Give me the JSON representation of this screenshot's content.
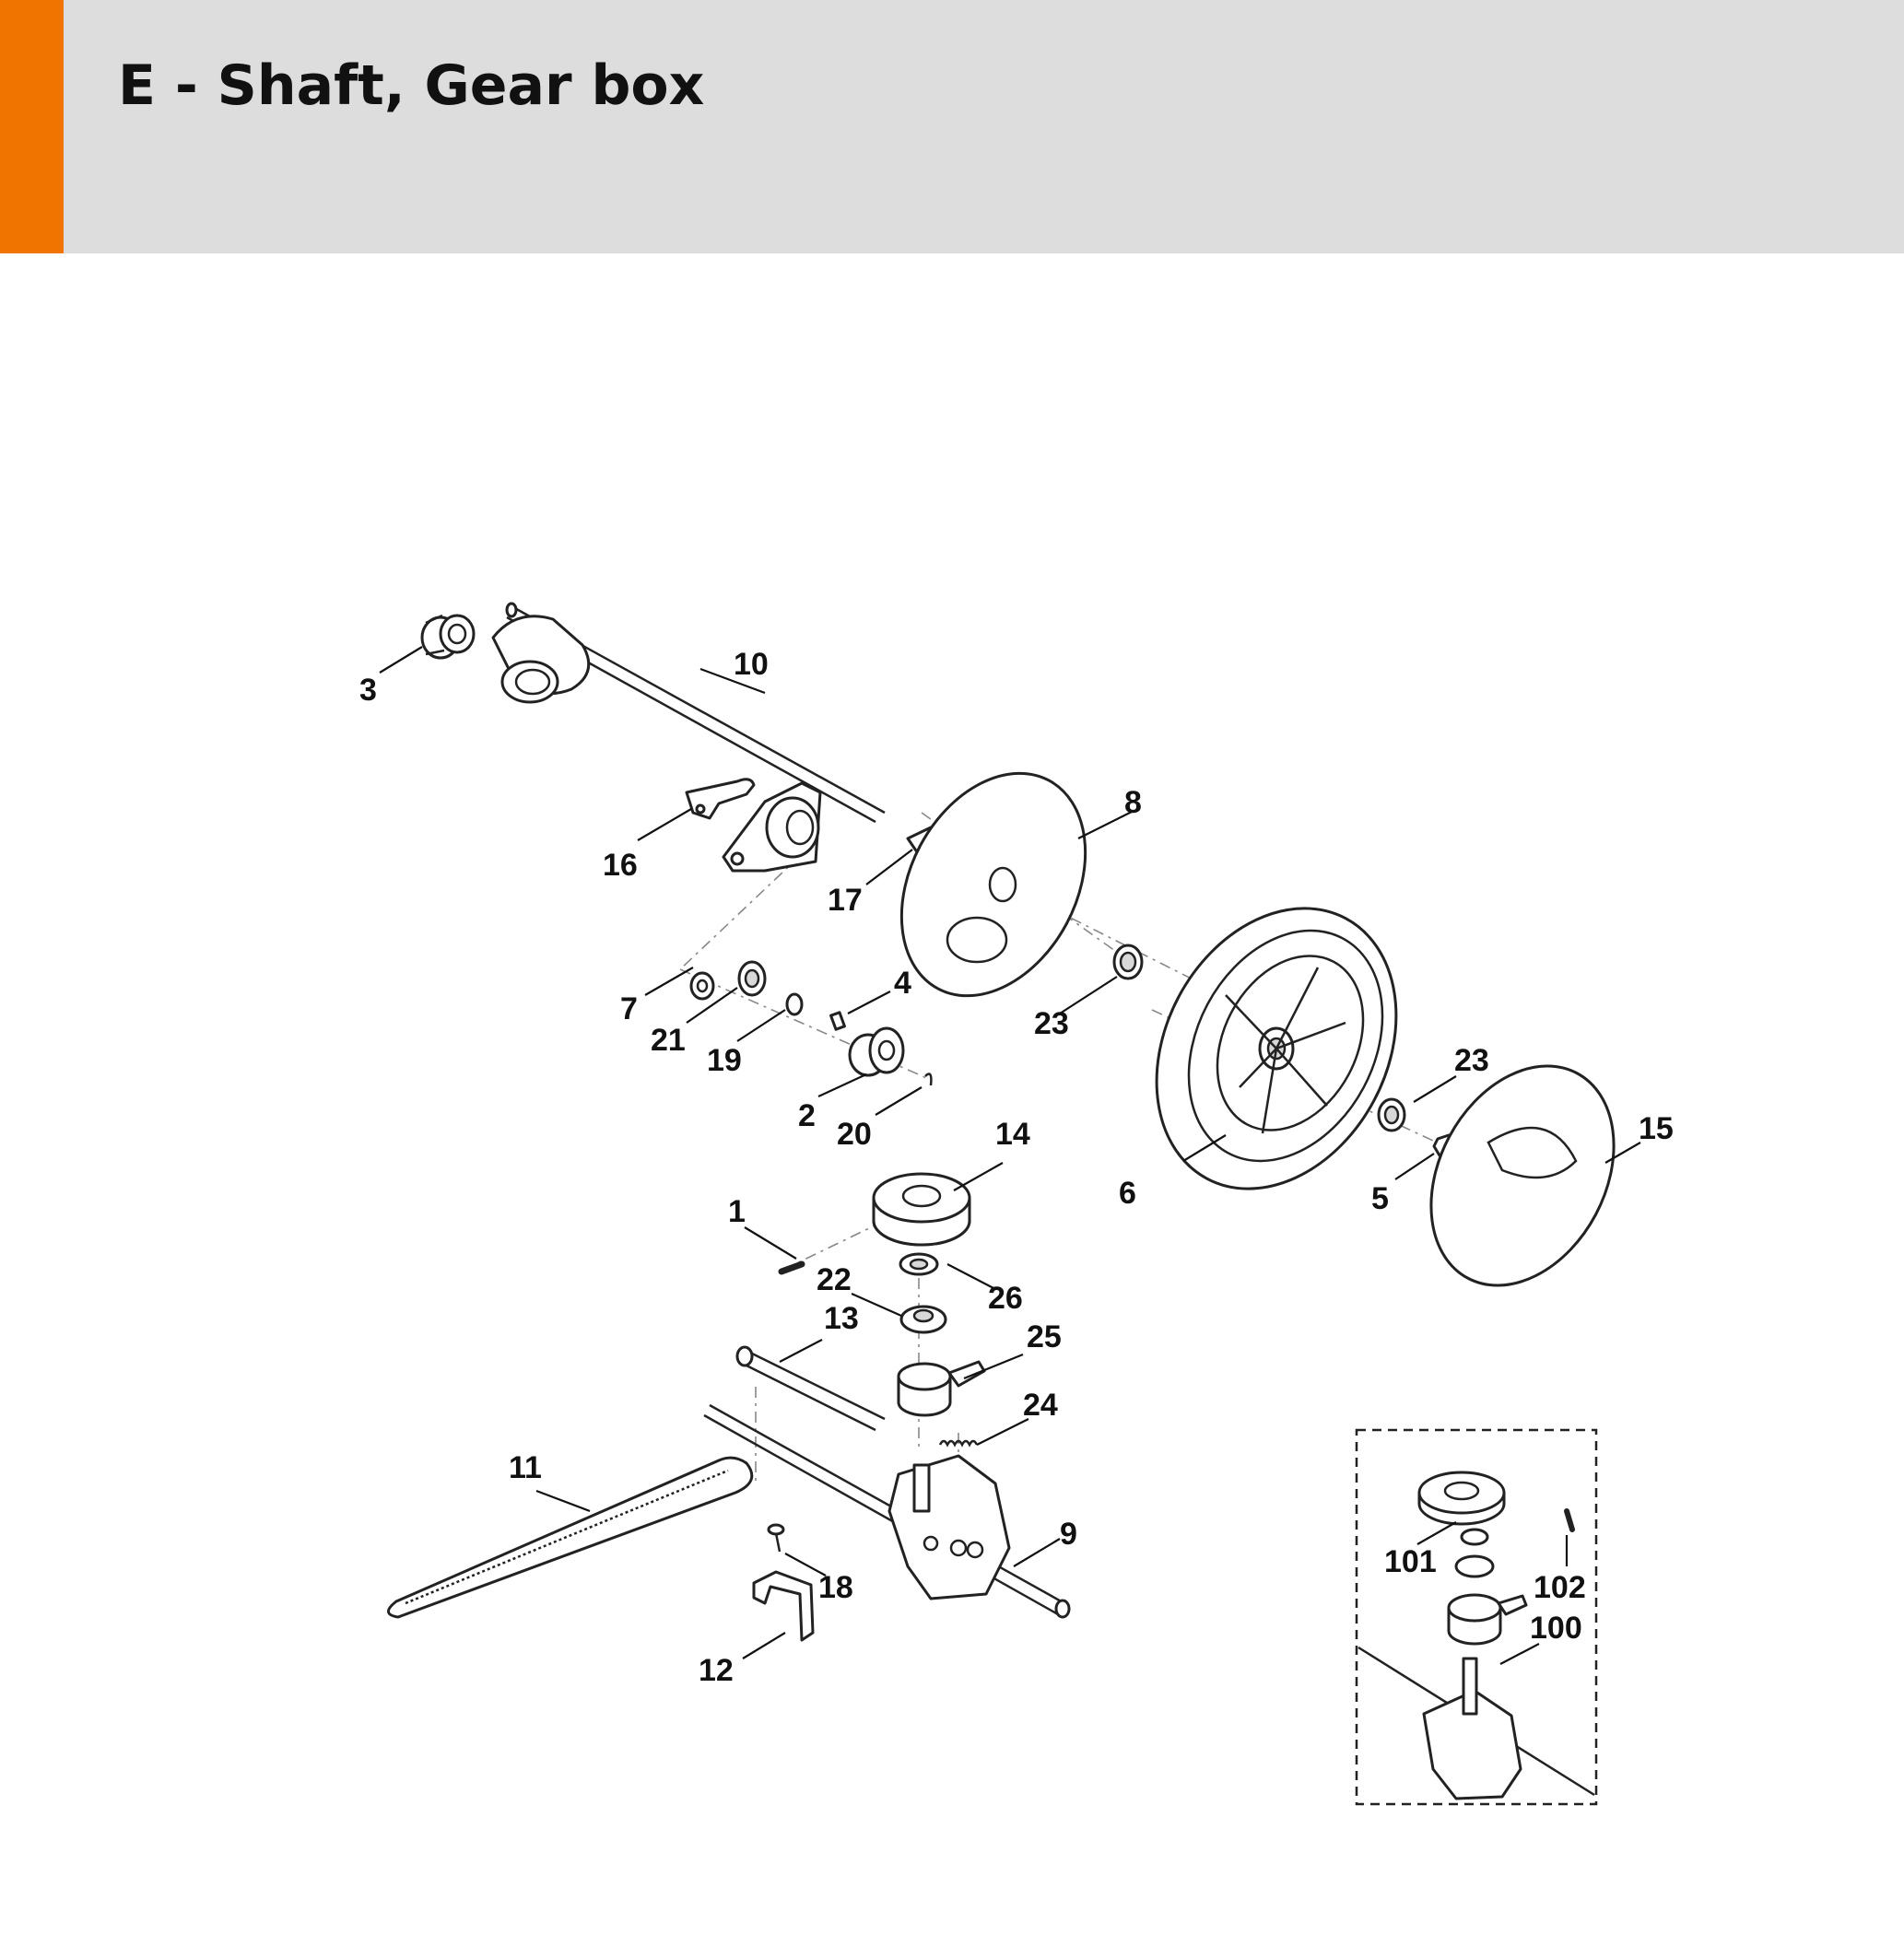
{
  "header": {
    "title": "E - Shaft, Gear box",
    "accent_color": "#f07400",
    "background_color": "#dcdddc"
  },
  "callouts": {
    "c1": "1",
    "c2": "2",
    "c3": "3",
    "c4": "4",
    "c5": "5",
    "c6": "6",
    "c7": "7",
    "c8": "8",
    "c9": "9",
    "c10": "10",
    "c11": "11",
    "c12": "12",
    "c13": "13",
    "c14": "14",
    "c15": "15",
    "c16": "16",
    "c17": "17",
    "c18": "18",
    "c19": "19",
    "c20": "20",
    "c21": "21",
    "c22": "22",
    "c23a": "23",
    "c23b": "23",
    "c24": "24",
    "c25": "25",
    "c26": "26",
    "c100": "100",
    "c101": "101",
    "c102": "102"
  }
}
